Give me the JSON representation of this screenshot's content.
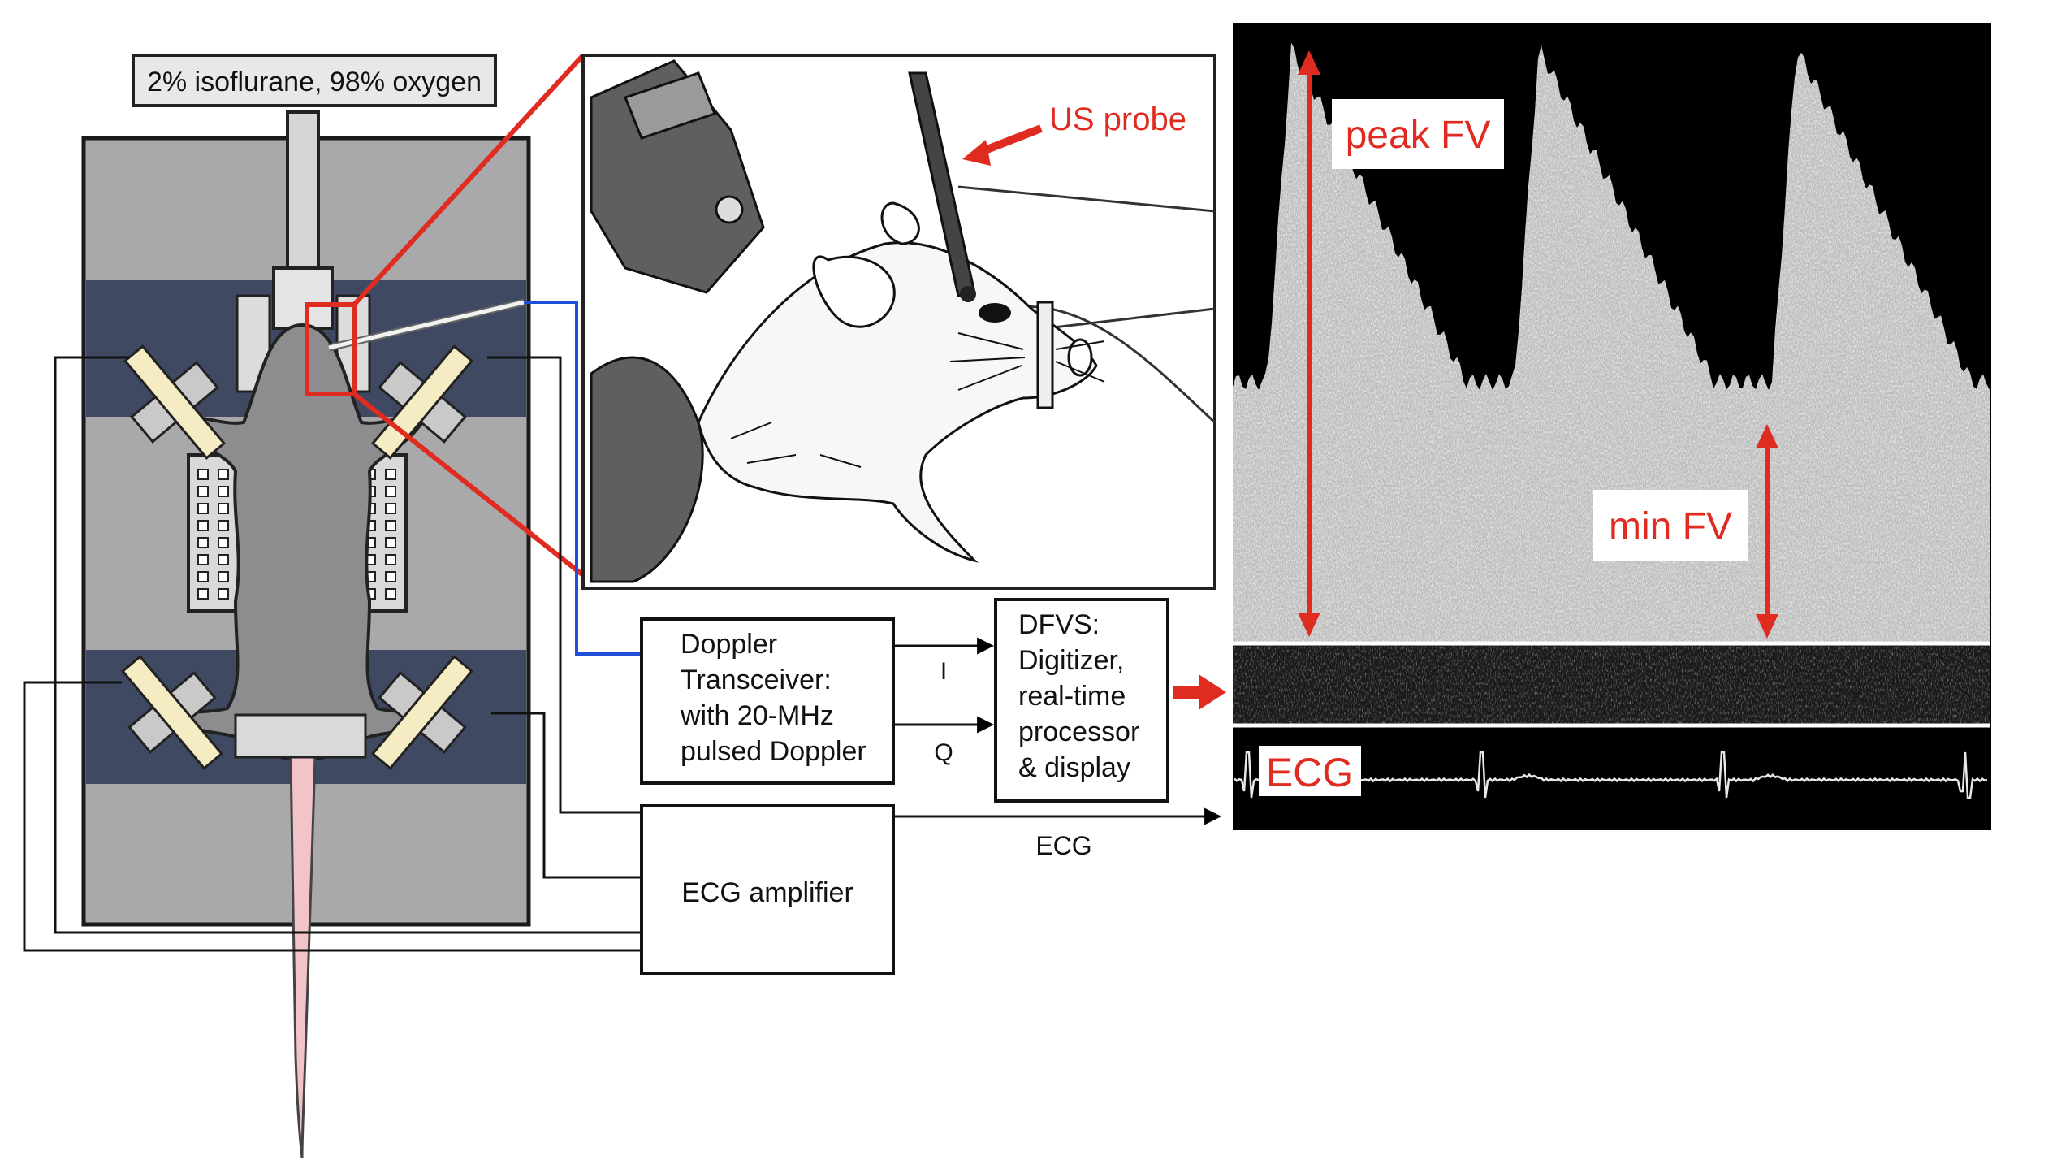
{
  "gas_label": "2% isoflurane, 98% oxygen",
  "inset": {
    "probe_label": "US probe"
  },
  "transceiver": {
    "line1": "Doppler",
    "line2": "Transceiver:",
    "line3": "with 20-MHz",
    "line4": "pulsed Doppler"
  },
  "channels": {
    "i_label": "I",
    "q_label": "Q"
  },
  "dfvs": {
    "line1": "DFVS:",
    "line2": "Digitizer,",
    "line3": "real-time",
    "line4": "processor",
    "line5": "& display"
  },
  "ecg_amplifier": {
    "label": "ECG amplifier"
  },
  "ecg_signal_label": "ECG",
  "spectrogram": {
    "peak_label": "peak FV",
    "min_label": "min FV",
    "ecg_trace_label": "ECG"
  },
  "colors": {
    "annotation_red": "#e02b20",
    "board_gray": "#a9a9ab",
    "band_navy": "#3f4a62",
    "tail_pink": "#f2c4c8",
    "tape_cream": "#f6ecc4",
    "wire_blue": "#1f4fd8",
    "mouse_gray": "#8d8d8f"
  },
  "icons": [
    "mouse-illustration",
    "ultrasound-probe-icon",
    "arrow-right-icon"
  ]
}
